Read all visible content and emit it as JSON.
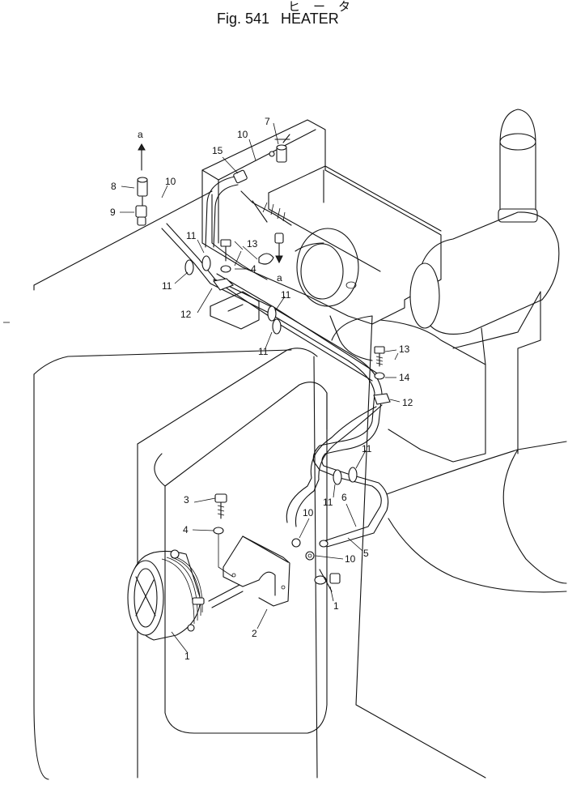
{
  "header": {
    "kana": "ヒータ",
    "fig_label": "Fig. 541",
    "title": "HEATER"
  },
  "callouts": [
    {
      "id": "1",
      "label": "1"
    },
    {
      "id": "2",
      "label": "2"
    },
    {
      "id": "3",
      "label": "3"
    },
    {
      "id": "4a",
      "label": "4"
    },
    {
      "id": "4b",
      "label": "4"
    },
    {
      "id": "5",
      "label": "5"
    },
    {
      "id": "6",
      "label": "6"
    },
    {
      "id": "7",
      "label": "7"
    },
    {
      "id": "8",
      "label": "8"
    },
    {
      "id": "9",
      "label": "9"
    },
    {
      "id": "10a",
      "label": "10"
    },
    {
      "id": "10b",
      "label": "10"
    },
    {
      "id": "10c",
      "label": "10"
    },
    {
      "id": "10d",
      "label": "10"
    },
    {
      "id": "11a",
      "label": "11"
    },
    {
      "id": "11b",
      "label": "11"
    },
    {
      "id": "11c",
      "label": "11"
    },
    {
      "id": "11d",
      "label": "11"
    },
    {
      "id": "11e",
      "label": "11"
    },
    {
      "id": "11f",
      "label": "11"
    },
    {
      "id": "12a",
      "label": "12"
    },
    {
      "id": "12b",
      "label": "12"
    },
    {
      "id": "13a",
      "label": "13"
    },
    {
      "id": "13b",
      "label": "13"
    },
    {
      "id": "14",
      "label": "14"
    },
    {
      "id": "15",
      "label": "15"
    },
    {
      "id": "a1",
      "label": "a"
    },
    {
      "id": "a2",
      "label": "a"
    },
    {
      "id": "1b",
      "label": "1"
    }
  ]
}
